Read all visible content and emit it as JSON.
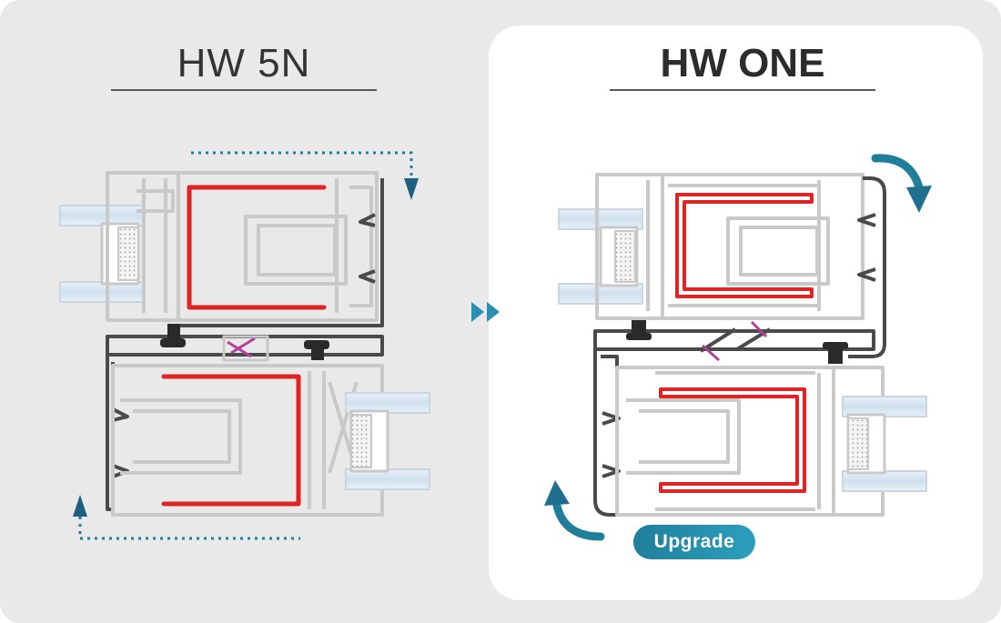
{
  "left_panel": {
    "title": "HW 5N"
  },
  "right_panel": {
    "title": "HW ONE",
    "badge": "Upgrade"
  },
  "colors": {
    "background": "#e9e9e9",
    "panel": "#ffffff",
    "profile_outline": "#c9c9c9",
    "frame_dark": "#4a4a4a",
    "reinforcement": "#e02424",
    "arrow_teal": "#1f7f9b",
    "gasket": "#2a2a2a",
    "thermal_break": "#b0409a",
    "glass": "#d6e6f2"
  },
  "icons": [
    "dotted-arrow-down-icon",
    "dotted-arrow-up-icon",
    "double-chevron-right-icon",
    "curved-arrow-cw-icon",
    "curved-arrow-ccw-icon"
  ]
}
